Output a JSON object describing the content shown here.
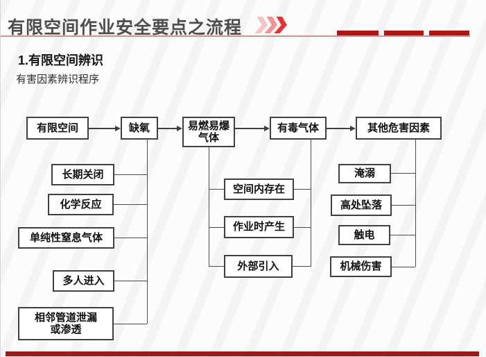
{
  "slide": {
    "title": "有限空间作业安全要点之流程",
    "section_heading": "1.有限空间辨识",
    "subtitle": "有害因素辨识程序",
    "accent_colors": {
      "chevron_red": "#e43333",
      "rule_pink": "#d98d8d",
      "dash_dark_red": "#b01414",
      "footer_red": "#9b1b1b",
      "title_gray": "#4d4d4d",
      "node_border": "#404040"
    }
  },
  "flowchart": {
    "top_row": {
      "confined_space": "有限空间",
      "oxygen_deficiency": "缺氧",
      "flammable_line1": "易燃易爆",
      "flammable_line2": "气体",
      "toxic_gas": "有毒气体",
      "other_hazards": "其他危害因素"
    },
    "oxygen_causes": {
      "long_closed": "长期关闭",
      "chemical_reaction": "化学反应",
      "simple_asphyxiant_gas": "单纯性窒息气体",
      "multiple_people_entering": "多人进入",
      "pipe_leak_line1": "相邻管道泄漏",
      "pipe_leak_line2": "或渗透"
    },
    "gas_sources": {
      "exists_in_space": "空间内存在",
      "produced_during_work": "作业时产生",
      "introduced_externally": "外部引入"
    },
    "other_hazard_items": {
      "drowning": "淹溺",
      "fall_from_height": "高处坠落",
      "electric_shock": "触电",
      "mechanical_injury": "机械伤害"
    }
  }
}
